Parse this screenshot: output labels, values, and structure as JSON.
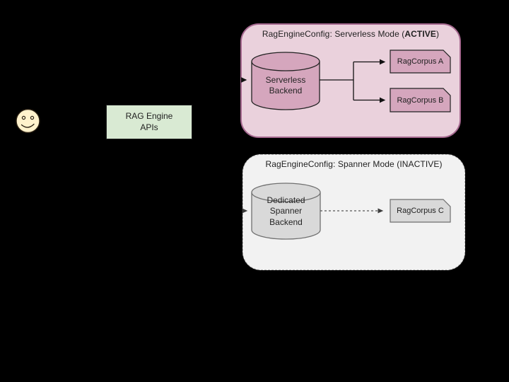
{
  "canvas": {
    "background": "#000000"
  },
  "user": {
    "icon": "smiley-face",
    "face_fill": "#fff2cc"
  },
  "api_box": {
    "label": "RAG Engine\nAPIs",
    "fill": "#d9ead3"
  },
  "serverless_group": {
    "title_prefix": "RagEngineConfig: Serverless Mode (",
    "title_emphasis": "ACTIVE",
    "title_suffix": ")",
    "fill": "#ead1dc",
    "border_color": "#a5688f",
    "backend": {
      "label": "Serverless\nBackend",
      "fill": "#d5a6bd"
    },
    "corpora": [
      {
        "label": "RagCorpus A",
        "fill": "#d5a6bd"
      },
      {
        "label": "RagCorpus B",
        "fill": "#d5a6bd"
      }
    ]
  },
  "spanner_group": {
    "title": "RagEngineConfig: Spanner Mode (INACTIVE)",
    "fill": "#f2f2f2",
    "border_color": "#b4b4b4",
    "backend": {
      "label": "Dedicated\nSpanner\nBackend",
      "fill": "#d9d9d9"
    },
    "corpora": [
      {
        "label": "RagCorpus C",
        "fill": "#d9d9d9"
      }
    ]
  }
}
